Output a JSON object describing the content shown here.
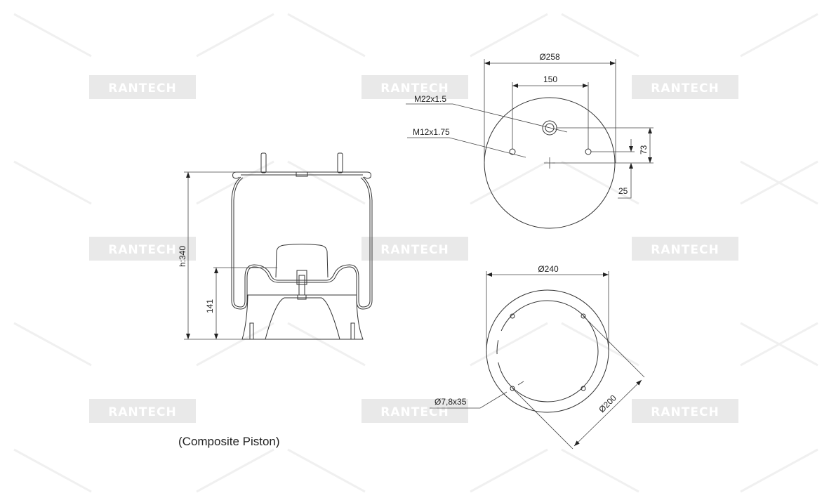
{
  "watermark": {
    "text": "RANTECH"
  },
  "side_view": {
    "height_label": "h:340",
    "piston_height_label": "141"
  },
  "top_view": {
    "diameter_label": "Ø258",
    "stud_spacing_label": "150",
    "air_fitting_label": "M22x1.5",
    "stud_thread_label": "M12x1.75",
    "offset_73_label": "73",
    "offset_25_label": "25"
  },
  "bottom_view": {
    "diameter_label": "Ø240",
    "bolt_circle_label": "Ø200",
    "hole_label": "Ø7,8x35"
  },
  "caption": "(Composite Piston)"
}
